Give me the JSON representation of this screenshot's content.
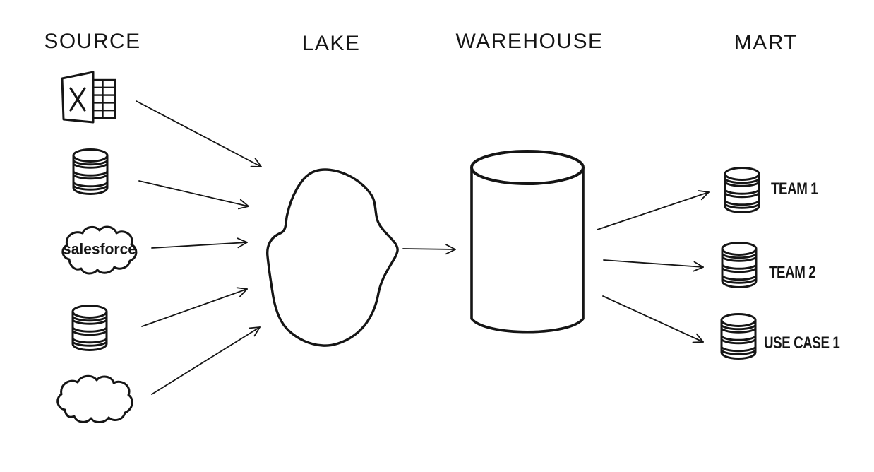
{
  "diagram": {
    "title": "Data platform flow diagram",
    "background_color": "#ffffff",
    "stroke_color": "#151515",
    "columns": [
      {
        "label": "SOURCE"
      },
      {
        "label": "LAKE"
      },
      {
        "label": "WAREHOUSE"
      },
      {
        "label": "MART"
      }
    ],
    "source": {
      "items": [
        {
          "id": "excel",
          "icon": "excel-file-icon"
        },
        {
          "id": "database-1",
          "icon": "database-icon"
        },
        {
          "id": "salesforce",
          "icon": "salesforce-cloud-icon",
          "label": "salesforce"
        },
        {
          "id": "database-2",
          "icon": "database-icon"
        },
        {
          "id": "cloud",
          "icon": "cloud-icon"
        }
      ]
    },
    "lake": {
      "id": "lake-blob",
      "icon": "blob-shape"
    },
    "warehouse": {
      "id": "warehouse-cylinder",
      "icon": "cylinder-shape"
    },
    "mart": {
      "items": [
        {
          "id": "team-1",
          "icon": "database-icon",
          "label": "TEAM 1"
        },
        {
          "id": "team-2",
          "icon": "database-icon",
          "label": "TEAM 2"
        },
        {
          "id": "use-case-1",
          "icon": "database-icon",
          "label": "USE CASE 1"
        }
      ]
    },
    "connections": [
      {
        "from": "excel",
        "to": "lake"
      },
      {
        "from": "database-1",
        "to": "lake"
      },
      {
        "from": "salesforce",
        "to": "lake"
      },
      {
        "from": "database-2",
        "to": "lake"
      },
      {
        "from": "cloud",
        "to": "lake"
      },
      {
        "from": "lake",
        "to": "warehouse"
      },
      {
        "from": "warehouse",
        "to": "team-1"
      },
      {
        "from": "warehouse",
        "to": "team-2"
      },
      {
        "from": "warehouse",
        "to": "use-case-1"
      }
    ]
  }
}
